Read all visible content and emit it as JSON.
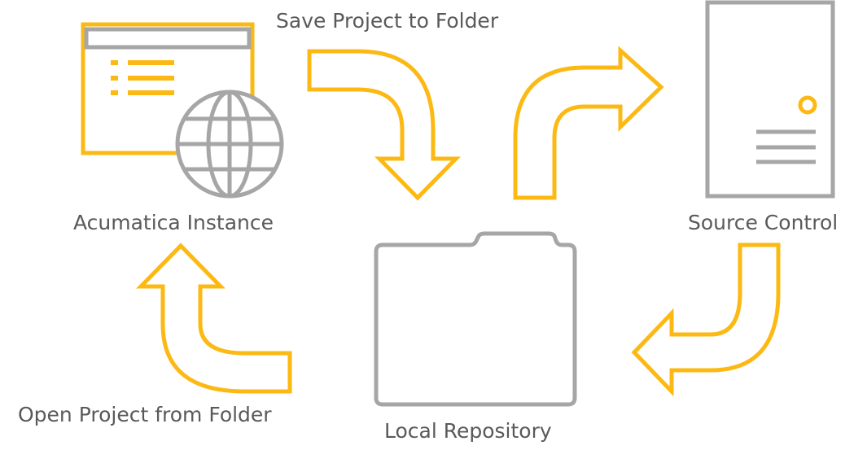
{
  "nodes": {
    "acumatica_instance": {
      "label": "Acumatica Instance",
      "icon": "browser-window-globe-icon"
    },
    "source_control": {
      "label": "Source Control",
      "icon": "server-tower-icon"
    },
    "local_repository": {
      "label": "Local Repository",
      "icon": "folder-icon"
    }
  },
  "edges": {
    "save_project": {
      "label": "Save Project to Folder",
      "from": "Acumatica Instance",
      "to": "Local Repository"
    },
    "commit": {
      "label": "",
      "from": "Local Repository",
      "to": "Source Control"
    },
    "update": {
      "label": "",
      "from": "Source Control",
      "to": "Local Repository"
    },
    "open_project": {
      "label": "Open Project from Folder",
      "from": "Local Repository",
      "to": "Acumatica Instance"
    }
  },
  "colors": {
    "accent": "#FDB913",
    "neutral": "#A6A6A6",
    "text": "#595959",
    "background": "#FFFFFF"
  }
}
